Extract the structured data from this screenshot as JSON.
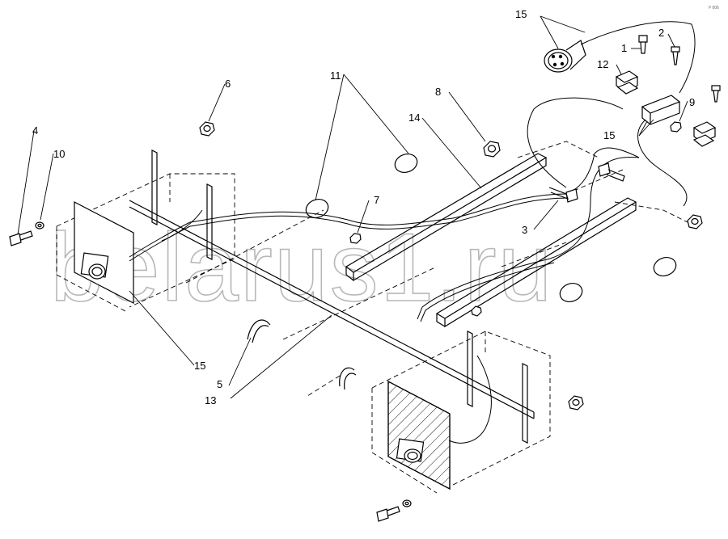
{
  "watermark": "belarus1.ru",
  "corner_code": "f³ 006",
  "callouts": [
    {
      "id": "c15a",
      "label": "15"
    },
    {
      "id": "c1",
      "label": "1"
    },
    {
      "id": "c2",
      "label": "2"
    },
    {
      "id": "c12",
      "label": "12"
    },
    {
      "id": "c9",
      "label": "9"
    },
    {
      "id": "c15b",
      "label": "15"
    },
    {
      "id": "c6",
      "label": "6"
    },
    {
      "id": "c11",
      "label": "11"
    },
    {
      "id": "c8",
      "label": "8"
    },
    {
      "id": "c14",
      "label": "14"
    },
    {
      "id": "c4",
      "label": "4"
    },
    {
      "id": "c10",
      "label": "10"
    },
    {
      "id": "c7",
      "label": "7"
    },
    {
      "id": "c3",
      "label": "3"
    },
    {
      "id": "c15c",
      "label": "15"
    },
    {
      "id": "c5",
      "label": "5"
    },
    {
      "id": "c13",
      "label": "13"
    }
  ]
}
